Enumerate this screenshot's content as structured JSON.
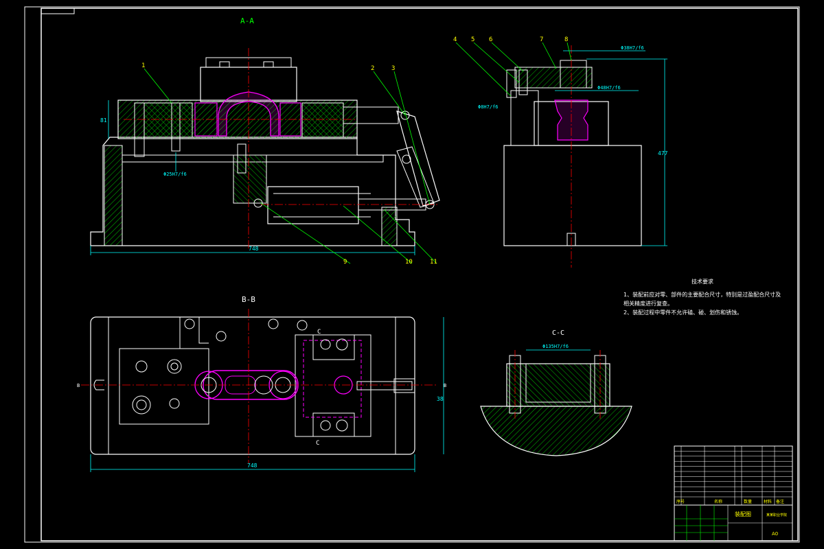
{
  "views": {
    "section_aa": "A-A",
    "section_bb": "B-B",
    "section_cc": "C-C"
  },
  "balloons": [
    "1",
    "2",
    "3",
    "4",
    "5",
    "6",
    "7",
    "8",
    "9",
    "10",
    "11"
  ],
  "dimensions": {
    "width_aa": "748",
    "width_bb": "748",
    "height_left": "81",
    "height_right": "477",
    "height_bb": "38",
    "fit_small": "Φ25H7/f6",
    "fit_top": "Φ38H7/f6",
    "fit_mid": "Φ48H7/f6",
    "fit_cc": "Φ135H7/f6",
    "fit_side": "Φ8H7/f6"
  },
  "section_marks": {
    "b": "B",
    "c": "C"
  },
  "tech_requirements": {
    "heading": "技术要求",
    "items": [
      "1、装配前应对零、部件的主要配合尺寸，特别是过盈配合尺寸及相关精度进行复查。",
      "2、装配过程中零件不允许磕、碰、划伤和锈蚀。"
    ]
  },
  "title_block": {
    "drawing_name": "装配图",
    "school": "某某职业学院",
    "sheet_size": "A0",
    "headers": [
      "序号",
      "名称",
      "数量",
      "材料",
      "备注"
    ]
  },
  "colors": {
    "frame": "#ffffff",
    "outline": "#ffffff",
    "hatch": "#00ff00",
    "center": "#ff0000",
    "dimension": "#00ffff",
    "part": "#ff00ff",
    "leader": "#00ff00",
    "label": "#ffff00"
  }
}
